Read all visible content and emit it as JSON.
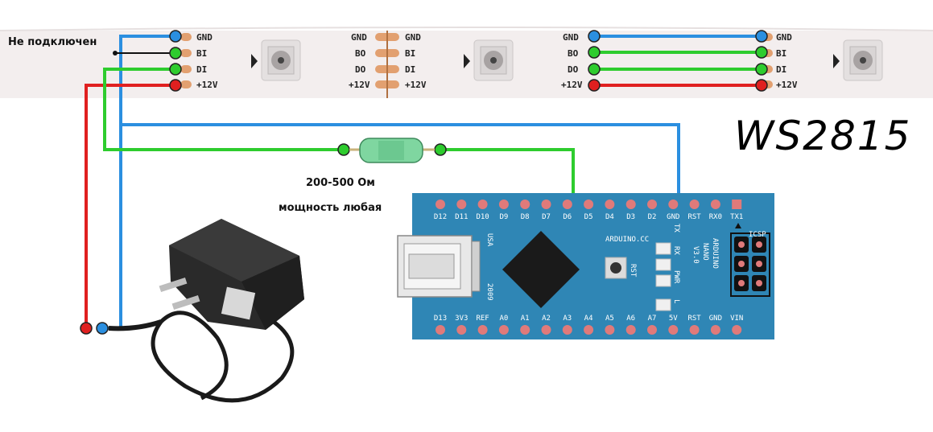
{
  "title": "WS2815",
  "notes": {
    "not_connected": "Не подключен",
    "resistor_value": "200-500 Ом",
    "resistor_power": "мощность любая"
  },
  "strip": {
    "left_segment_labels": [
      "GND",
      "BI",
      "DI",
      "+12V"
    ],
    "middle_left_labels": [
      "GND",
      "BO",
      "DO",
      "+12V"
    ],
    "middle_right_labels": [
      "GND",
      "BI",
      "DI",
      "+12V"
    ],
    "right_left_labels": [
      "GND",
      "BO",
      "DO",
      "+12V"
    ],
    "right_segment_labels": [
      "GND",
      "BI",
      "DI",
      "+12V"
    ]
  },
  "board": {
    "top_pins": [
      "D12",
      "D11",
      "D10",
      "D9",
      "D8",
      "D7",
      "D6",
      "D5",
      "D4",
      "D3",
      "D2",
      "GND",
      "RST",
      "RX0",
      "TX1"
    ],
    "bottom_pins": [
      "D13",
      "3V3",
      "REF",
      "A0",
      "A1",
      "A2",
      "A3",
      "A4",
      "A5",
      "A6",
      "A7",
      "5V",
      "RST",
      "GND",
      "VIN"
    ],
    "model_text": "ARDUINO NANO V3.0",
    "model_lines": [
      "ARDUINO",
      "NANO",
      "V3.0"
    ],
    "brand_text": "ARDUINO.CC",
    "usa_text": "USA",
    "year_text": "2009",
    "rst_text": "RST",
    "icsp_text": "ICSP",
    "led_labels": [
      "TX",
      "RX",
      "PWR",
      "L"
    ]
  },
  "colors": {
    "gnd_wire": "#2b8fe0",
    "data_wire": "#2ecc2e",
    "power_wire": "#e02020",
    "board": "#2f86b5",
    "pin_pad": "#e07a7a",
    "chip": "#1a1a1a",
    "strip": "#f2eeee",
    "resistor": "#7fd6a0"
  }
}
